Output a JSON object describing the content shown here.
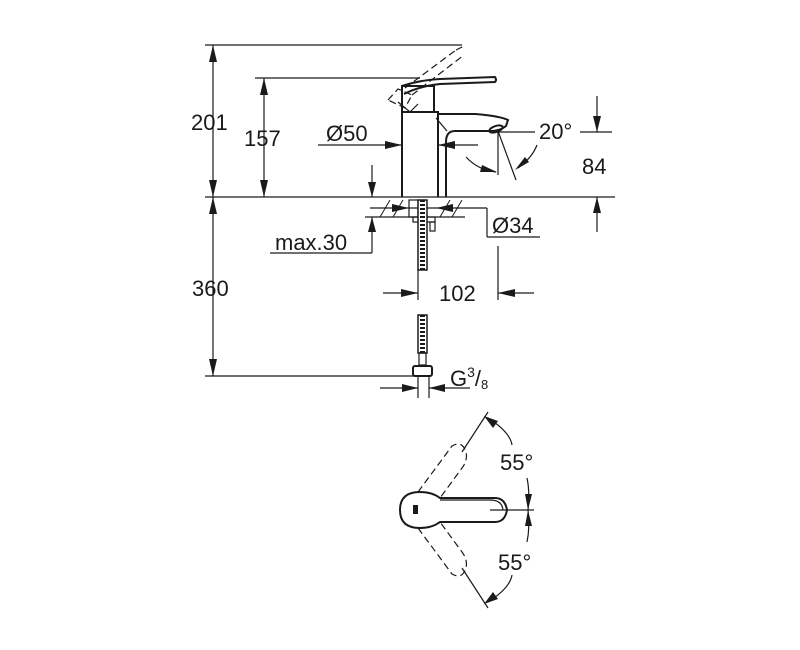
{
  "drawing": {
    "subject": "Single-lever basin mixer - dimensional drawing",
    "line_color": "#1a1a1a",
    "background": "#ffffff"
  },
  "dimensions": {
    "overall_height": "201",
    "spout_lever_height": "157",
    "body_diameter": "Ø50",
    "spout_angle": "20°",
    "spout_outlet_height": "84",
    "mounting_hole_diameter": "Ø34",
    "max_deck_thickness": "max.30",
    "spout_reach": "102",
    "hose_length": "360",
    "connection_thread_prefix": "G",
    "connection_thread_numerator": "3",
    "connection_thread_slash": "/",
    "connection_thread_denominator": "8",
    "lever_rotation_left": "55°",
    "lever_rotation_right": "55°"
  }
}
